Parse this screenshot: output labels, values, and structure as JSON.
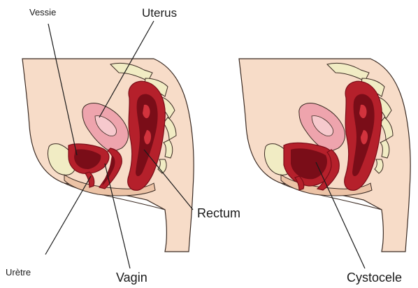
{
  "labels": {
    "vessie": "Vessie",
    "uterus": "Uterus",
    "rectum": "Rectum",
    "uretre": "Urètre",
    "vagin": "Vagin",
    "cystocele": "Cystocele"
  },
  "colors": {
    "skin": "#f7dcc8",
    "skin_shadow": "#ecc3a6",
    "outline": "#3a2a22",
    "bone": "#f1ecc4",
    "bone_shadow": "#d9d19c",
    "uterus_pink": "#eea4ad",
    "uterus_light": "#f6c9cd",
    "organ_red": "#b5202b",
    "organ_dark": "#7a0d18",
    "organ_mid": "#d2333d",
    "leader": "#1a1a1a"
  }
}
